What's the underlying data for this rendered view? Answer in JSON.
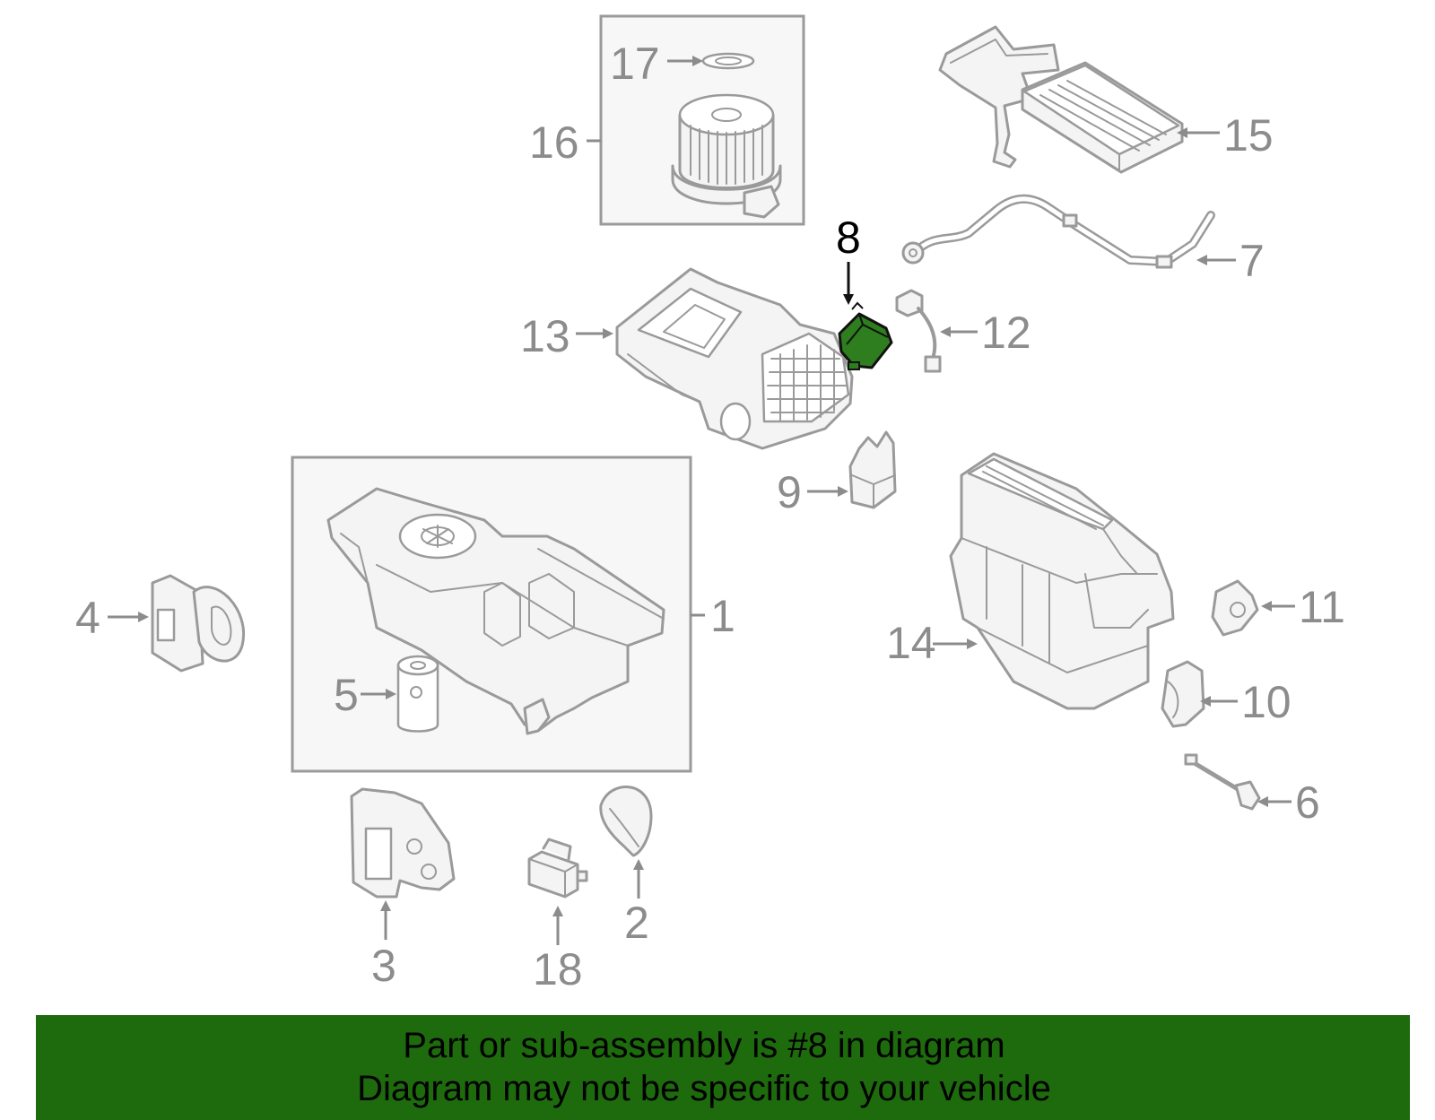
{
  "diagram": {
    "highlighted_part": "8",
    "callouts": {
      "c1": "1",
      "c2": "2",
      "c3": "3",
      "c4": "4",
      "c5": "5",
      "c6": "6",
      "c7": "7",
      "c8": "8",
      "c9": "9",
      "c10": "10",
      "c11": "11",
      "c12": "12",
      "c13": "13",
      "c14": "14",
      "c15": "15",
      "c16": "16",
      "c17": "17",
      "c18": "18"
    }
  },
  "colors": {
    "highlight_part": "#2e7d1f",
    "banner": "#1e6b0d",
    "outline": "#9a9a9a",
    "callout_text": "#8c8c8c",
    "highlight_callout": "#000000"
  },
  "footer": {
    "line1": "Part or sub-assembly is #8 in diagram",
    "line2": "Diagram may not be specific to your vehicle"
  }
}
